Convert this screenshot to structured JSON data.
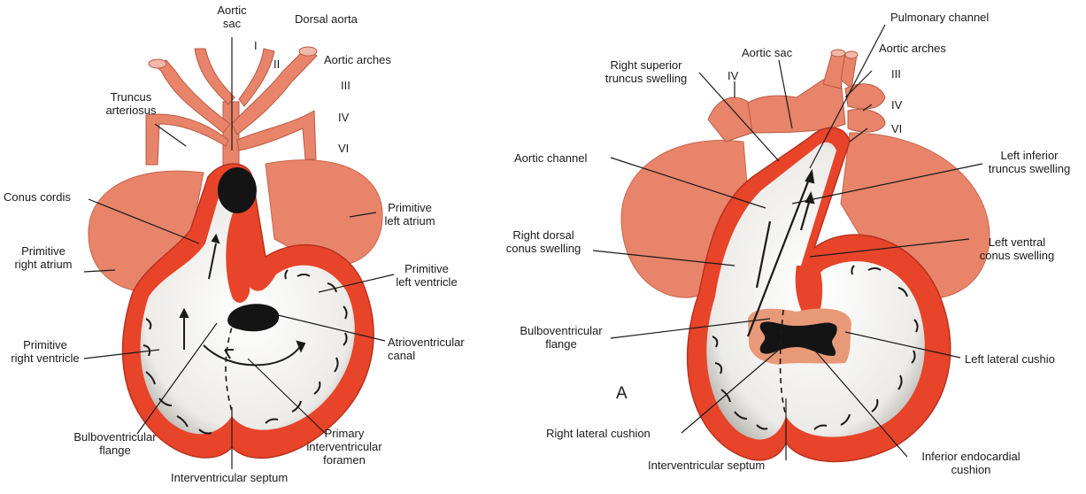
{
  "left_diagram": {
    "labels": {
      "aortic_sac": "Aortic\nsac",
      "dorsal_aorta": "Dorsal aorta",
      "arch_i": "I",
      "arch_ii": "II",
      "aortic_arches": "Aortic arches",
      "arch_iii": "III",
      "arch_iv": "IV",
      "arch_vi": "VI",
      "truncus_arteriosus": "Truncus\narteriosus",
      "conus_cordis": "Conus cordis",
      "primitive_left_atrium": "Primitive\nleft atrium",
      "primitive_right_atrium": "Primitive\nright atrium",
      "primitive_left_ventricle": "Primitive\nleft ventricle",
      "primitive_right_ventricle": "Primitive\nright ventricle",
      "atrioventricular_canal": "Atrioventricular\ncanal",
      "bulboventricular_flange": "Bulboventricular\nflange",
      "primary_interventricular_foramen": "Primary\ninterventricular\nforamen",
      "interventricular_septum": "Interventricular septum"
    }
  },
  "right_diagram": {
    "labels": {
      "pulmonary_channel": "Pulmonary channel",
      "aortic_sac": "Aortic sac",
      "aortic_arches": "Aortic arches",
      "right_superior_truncus_swelling": "Right superior\ntruncus swelling",
      "arch_iv_left": "IV",
      "arch_iii": "III",
      "arch_iv": "IV",
      "arch_vi": "VI",
      "aortic_channel": "Aortic channel",
      "left_inferior_truncus_swelling": "Left inferior\ntruncus swelling",
      "right_dorsal_conus_swelling": "Right dorsal\nconus swelling",
      "left_ventral_conus_swelling": "Left ventral\nconus swelling",
      "bulboventricular_flange": "Bulboventricular\nflange",
      "left_lateral_cushion": "Left lateral cushio",
      "panel_letter": "A",
      "right_lateral_cushion": "Right lateral cushion",
      "interventricular_septum": "Interventricular septum",
      "inferior_endocardial_cushion": "Inferior endocardial\ncushion"
    }
  },
  "colors": {
    "tissue": "#e8846a",
    "tissue_dark": "#d0624a",
    "wall": "#e8442a",
    "cavity": "#f4f4f2",
    "lumen": "#141414",
    "cushion": "#e89a78",
    "line": "#1a1a1a"
  }
}
